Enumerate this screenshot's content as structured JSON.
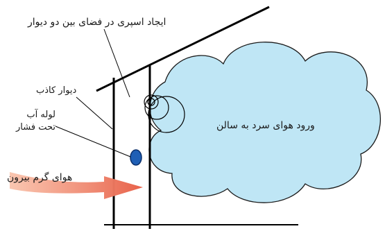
{
  "labels": {
    "spray": "ایجاد اسپری در فضای بین دو دیوار",
    "false_wall": "دیوار کاذب",
    "pipe_line1": "لوله آب",
    "pipe_line2": "تحت فشار",
    "cold_air": "ورود هوای سرد به سالن",
    "warm_air": "هوای گرم بیرون"
  },
  "colors": {
    "cloud_fill": "#bfe6f5",
    "cloud_stroke": "#1a1a1a",
    "warm_arrow_start": "#f6a48a",
    "warm_arrow_end": "#e8624a",
    "pipe_fill": "#1f5fb5",
    "line": "#000000"
  }
}
